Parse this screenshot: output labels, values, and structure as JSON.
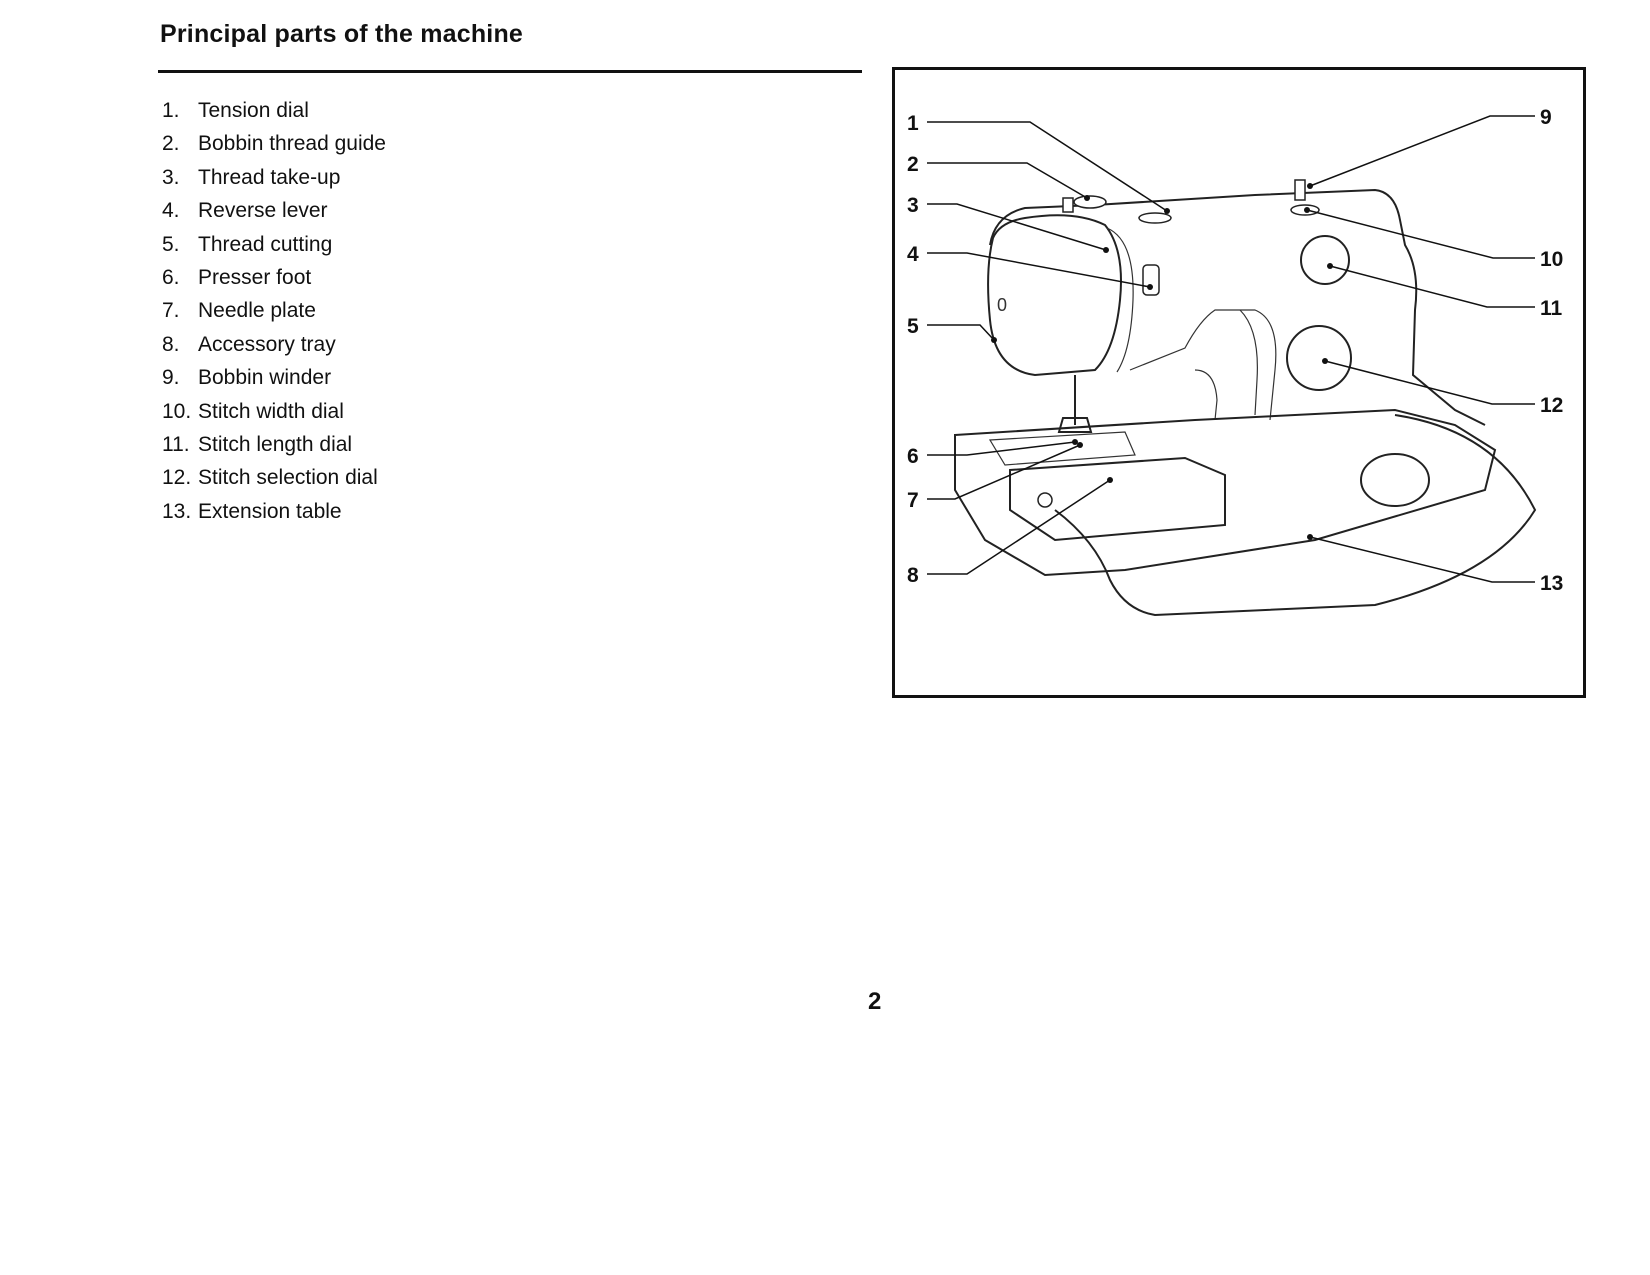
{
  "header": {
    "title": "Principal parts of the machine"
  },
  "parts": [
    {
      "num": "1.",
      "label": "Tension dial"
    },
    {
      "num": "2.",
      "label": "Bobbin thread guide"
    },
    {
      "num": "3.",
      "label": "Thread take-up"
    },
    {
      "num": "4.",
      "label": "Reverse lever"
    },
    {
      "num": "5.",
      "label": "Thread cutting"
    },
    {
      "num": "6.",
      "label": "Presser foot"
    },
    {
      "num": "7.",
      "label": "Needle plate"
    },
    {
      "num": "8.",
      "label": "Accessory tray"
    },
    {
      "num": "9.",
      "label": "Bobbin winder"
    },
    {
      "num": "10.",
      "label": "Stitch width dial"
    },
    {
      "num": "11.",
      "label": "Stitch length dial"
    },
    {
      "num": "12.",
      "label": "Stitch selection dial"
    },
    {
      "num": "13.",
      "label": "Extension table"
    }
  ],
  "figure": {
    "callouts": [
      "1",
      "2",
      "3",
      "4",
      "5",
      "6",
      "7",
      "8",
      "9",
      "10",
      "11",
      "12",
      "13"
    ],
    "face_mark": "0"
  },
  "footer": {
    "page_number": "2"
  }
}
